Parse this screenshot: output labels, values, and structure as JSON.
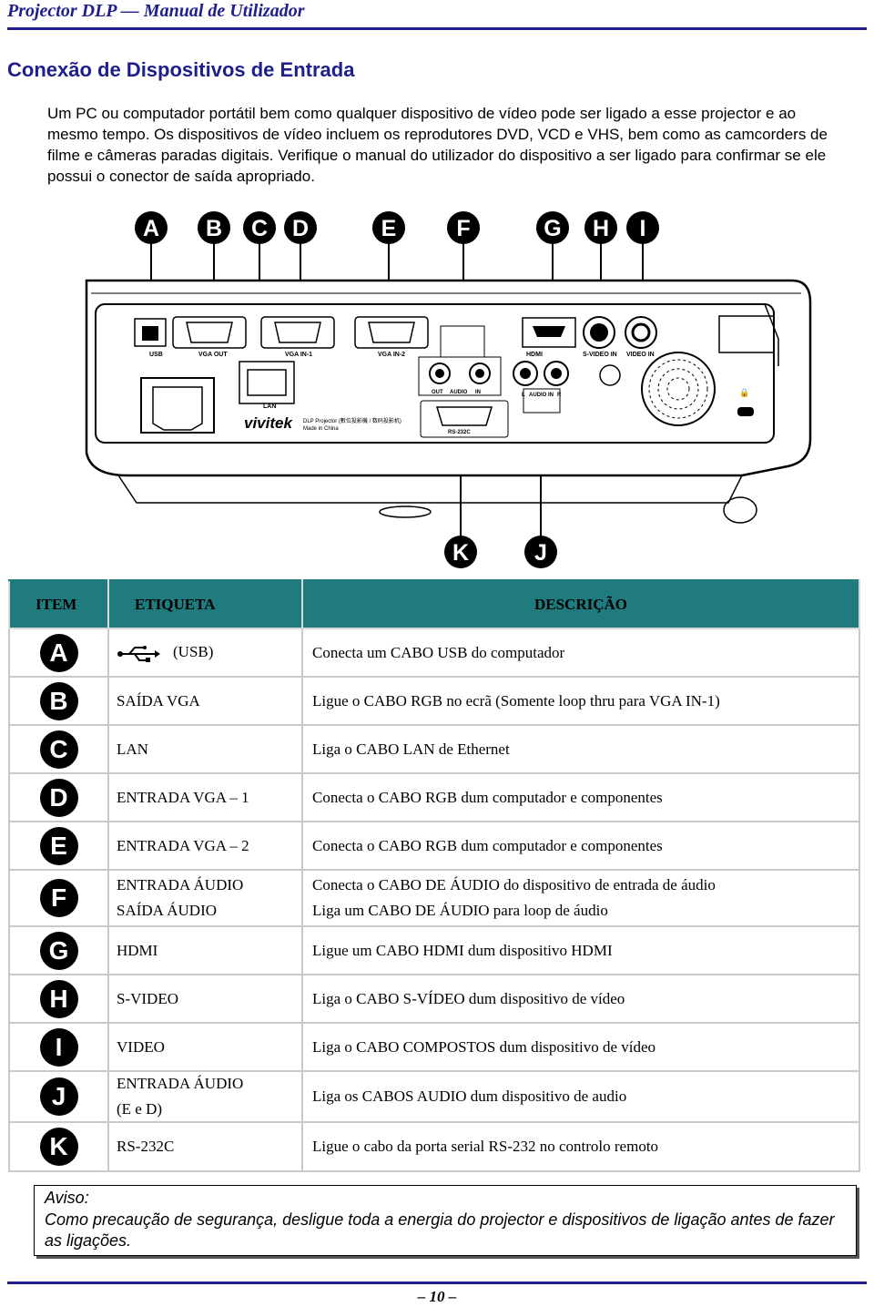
{
  "header": {
    "title": "Projector DLP — Manual de Utilizador"
  },
  "section": {
    "title": "Conexão de Dispositivos de Entrada"
  },
  "intro": {
    "text": "Um PC ou computador portátil bem como qualquer dispositivo de vídeo pode ser ligado a esse projector e ao mesmo tempo. Os dispositivos de vídeo incluem os reprodutores DVD, VCD e VHS, bem como as camcorders de filme e câmeras paradas digitais. Verifique o manual do utilizador do dispositivo a ser ligado para confirmar se ele possui o conector de saída apropriado."
  },
  "diagram": {
    "callouts": [
      "A",
      "B",
      "C",
      "D",
      "E",
      "F",
      "G",
      "H",
      "I",
      "J",
      "K"
    ],
    "port_labels": {
      "usb": "USB",
      "vga_out": "VGA OUT",
      "vga_in1": "VGA IN-1",
      "vga_in2": "VGA IN-2",
      "hdmi": "HDMI",
      "svideo": "S-VIDEO IN",
      "video": "VIDEO IN",
      "lan": "LAN",
      "audio": "AUDIO",
      "audio_out": "OUT",
      "audio_in": "IN",
      "audio_lr": "AUDIO IN",
      "audio_l": "L",
      "audio_r": "R",
      "rs232": "RS-232C"
    },
    "brand": "vivitek",
    "model_text": "DLP Projector (數位投影機 / 数码投影机)",
    "made_in": "Made in China"
  },
  "table": {
    "headers": {
      "item": "ITEM",
      "label": "ETIQUETA",
      "description": "DESCRIÇÃO"
    },
    "rows": [
      {
        "item": "A",
        "label": "(USB)",
        "label2": "",
        "description": "Conecta um CABO USB do computador",
        "description2": "",
        "icon": "usb-icon"
      },
      {
        "item": "B",
        "label": "SAÍDA VGA",
        "label2": "",
        "description": "Ligue o CABO RGB no ecrã (Somente loop thru para VGA IN-1)",
        "description2": ""
      },
      {
        "item": "C",
        "label": "LAN",
        "label2": "",
        "description": "Liga o CABO LAN de Ethernet",
        "description2": ""
      },
      {
        "item": "D",
        "label": "ENTRADA VGA – 1",
        "label2": "",
        "description": "Conecta o CABO RGB dum computador e componentes",
        "description2": ""
      },
      {
        "item": "E",
        "label": "ENTRADA VGA – 2",
        "label2": "",
        "description": "Conecta o CABO RGB dum computador e componentes",
        "description2": ""
      },
      {
        "item": "F",
        "label": "ENTRADA ÁUDIO",
        "label2": "SAÍDA ÁUDIO",
        "description": "Conecta o CABO DE ÁUDIO do dispositivo de entrada de áudio",
        "description2": "Liga um CABO DE ÁUDIO para loop de áudio"
      },
      {
        "item": "G",
        "label": "HDMI",
        "label2": "",
        "description": "Ligue um CABO HDMI dum dispositivo HDMI",
        "description2": ""
      },
      {
        "item": "H",
        "label": "S-VIDEO",
        "label2": "",
        "description": "Liga o CABO S-VÍDEO dum dispositivo de vídeo",
        "description2": ""
      },
      {
        "item": "I",
        "label": "VIDEO",
        "label2": "",
        "description": "Liga o CABO COMPOSTOS dum dispositivo de vídeo",
        "description2": ""
      },
      {
        "item": "J",
        "label": "ENTRADA ÁUDIO",
        "label2": "(E e D)",
        "description": "Liga os CABOS AUDIO dum dispositivo de audio",
        "description2": ""
      },
      {
        "item": "K",
        "label": "RS-232C",
        "label2": "",
        "description": "Ligue o cabo da porta serial RS-232 no controlo remoto",
        "description2": ""
      }
    ]
  },
  "notice": {
    "title": "Aviso:",
    "text": "Como precaução de segurança, desligue toda a energia do projector e dispositivos de ligação antes de fazer as ligações."
  },
  "footer": {
    "page_number": "– 10 –"
  }
}
